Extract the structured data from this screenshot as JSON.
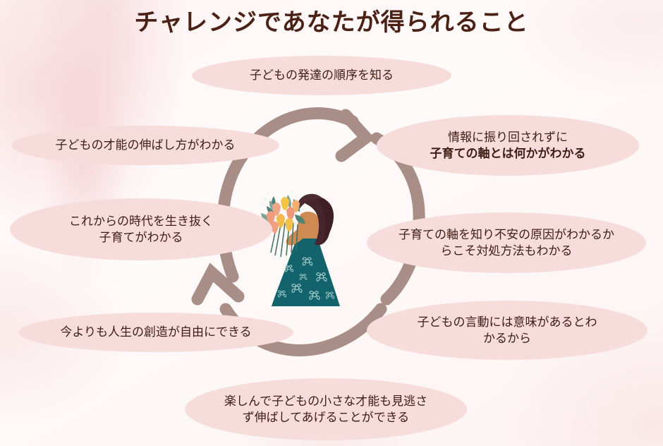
{
  "title": "チャレンジであなたが得られること",
  "colors": {
    "title_text": "#4c2115",
    "bubble_fill": "#f7dcdc",
    "bubble_text": "#3f1d14",
    "arrow_ring": "#a98e88",
    "background": "#fdf6f5",
    "dress_teal": "#12636b",
    "hair_brown": "#46262c",
    "skin": "#cf8a52"
  },
  "bubbles": {
    "top": {
      "lines": [
        "子どもの発達の順序を知る"
      ],
      "bold": [
        false
      ]
    },
    "right1": {
      "lines": [
        "情報に振り回されずに",
        "子育ての軸とは何かがわかる"
      ],
      "bold": [
        false,
        true
      ]
    },
    "right2": {
      "lines": [
        "子育ての軸を知り不安の原因がわかるか",
        "らこそ対処方法もわかる"
      ],
      "bold": [
        false,
        false
      ]
    },
    "right3": {
      "lines": [
        "子どもの言動には意味があるとわ",
        "かるから"
      ],
      "bold": [
        false,
        false
      ]
    },
    "bottom": {
      "lines": [
        "楽しんで子どもの小さな才能も見逃さ",
        "ず伸ばしてあげることができる"
      ],
      "bold": [
        false,
        false
      ]
    },
    "left3": {
      "lines": [
        "今よりも人生の創造が自由にできる"
      ],
      "bold": [
        false
      ]
    },
    "left2": {
      "lines": [
        "これからの時代を生き抜く",
        "子育てがわかる"
      ],
      "bold": [
        false,
        false
      ]
    },
    "left1": {
      "lines": [
        "子どもの才能の伸ばし方がわかる"
      ],
      "bold": [
        false
      ]
    }
  },
  "center_graphic": {
    "ring_label": "circular-cycle-arrow",
    "arrow_count": 2,
    "illustration": "woman-holding-bouquet"
  }
}
